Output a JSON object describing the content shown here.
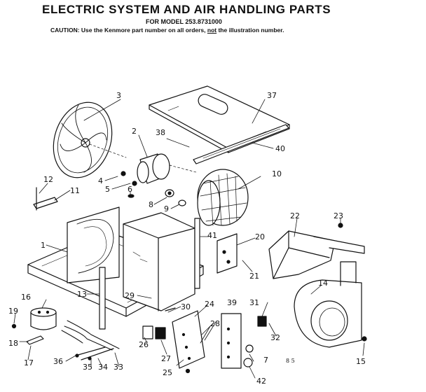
{
  "header": {
    "title": "ELECTRIC SYSTEM AND AIR HANDLING PARTS",
    "model": "FOR MODEL 253.8731000",
    "caution_pre": "CAUTION: Use the Kenmore part number on all orders, ",
    "caution_not": "not",
    "caution_post": " the illustration number."
  },
  "callouts": {
    "p1": "1",
    "p2": "2",
    "p3": "3",
    "p4": "4",
    "p5": "5",
    "p6": "6",
    "p7": "7",
    "p8": "8",
    "p9": "9",
    "p10": "10",
    "p11": "11",
    "p12": "12",
    "p13": "13",
    "p14": "14",
    "p15": "15",
    "p16": "16",
    "p17": "17",
    "p18": "18",
    "p19": "19",
    "p20": "20",
    "p21": "21",
    "p22": "22",
    "p23": "23",
    "p24": "24",
    "p25": "25",
    "p26": "26",
    "p27": "27",
    "p28": "28",
    "p29": "29",
    "p30": "30",
    "p31": "31",
    "p32": "32",
    "p33": "33",
    "p34": "34",
    "p35": "35",
    "p36": "36",
    "p37": "37",
    "p38": "38",
    "p39": "39",
    "p40": "40",
    "p41": "41",
    "p42": "42"
  },
  "tag": "8 5"
}
